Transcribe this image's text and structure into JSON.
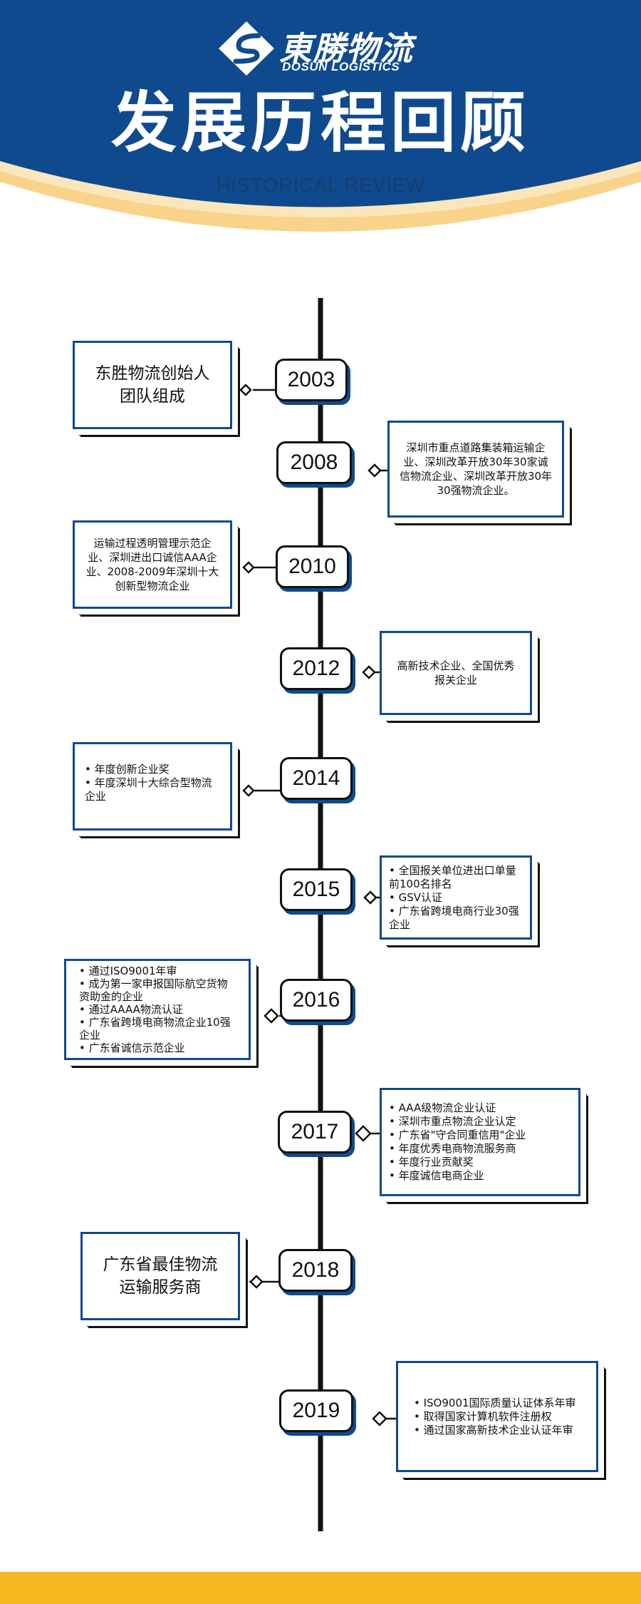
{
  "header": {
    "logo_cn": "東勝物流",
    "logo_en": "DOSUN LOGISTICS",
    "title": "发展历程回顾",
    "subtitle": "HISTORICAL REVIEW"
  },
  "colors": {
    "primary_blue": "#0f4a8e",
    "accent_gold": "#f6b81f",
    "line_black": "#111111"
  },
  "timeline": {
    "y2003": {
      "year": "2003",
      "text": "东胜物流创始人团队组成"
    },
    "y2008": {
      "year": "2008",
      "text": "深圳市重点道路集装箱运输企业、深圳改革开放30年30家诚信物流企业、深圳改革开放30年30强物流企业。"
    },
    "y2010": {
      "year": "2010",
      "text": "运输过程透明管理示范企业、深圳进出口诚信AAA企业、2008-2009年深圳十大创新型物流企业"
    },
    "y2012": {
      "year": "2012",
      "text": "高新技术企业、全国优秀报关企业"
    },
    "y2014": {
      "year": "2014",
      "items": [
        "• 年度创新企业奖",
        "• 年度深圳十大综合型物流企业"
      ]
    },
    "y2015": {
      "year": "2015",
      "items": [
        "• 全国报关单位进出口单量前100名排名",
        "•  GSV认证",
        "• 广东省跨境电商行业30强企业"
      ]
    },
    "y2016": {
      "year": "2016",
      "items": [
        "• 通过ISO9001年审",
        "• 成为第一家申报国际航空货物资助金的企业",
        "• 通过AAAA物流认证",
        "•  广东省跨境电商物流企业10强企业",
        "•  广东省诚信示范企业"
      ]
    },
    "y2017": {
      "year": "2017",
      "items": [
        "•   AAA级物流企业认证",
        "•   深圳市重点物流企业认定",
        "•   广东省\"守合同重信用\"企业",
        "•   年度优秀电商物流服务商",
        "•   年度行业贡献奖",
        "•   年度诚信电商企业"
      ]
    },
    "y2018": {
      "year": "2018",
      "text": "广东省最佳物流运输服务商"
    },
    "y2019": {
      "year": "2019",
      "items": [
        "•    ISO9001国际质量认证体系年审",
        "•    取得国家计算机软件注册权",
        "•    通过国家高新技术企业认证年审"
      ]
    }
  }
}
